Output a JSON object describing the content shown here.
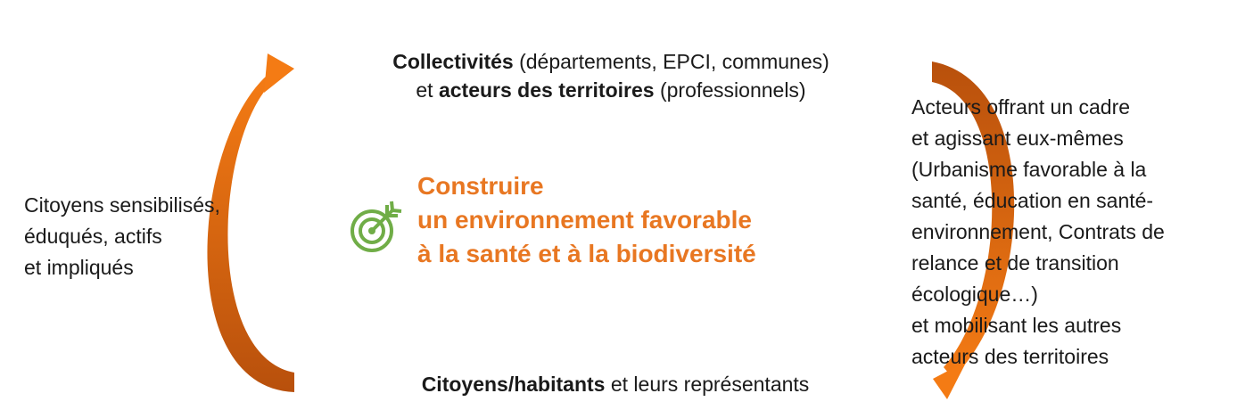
{
  "top": {
    "line1_bold": "Collectivités",
    "line1_rest": " (départements, EPCI, communes)",
    "line2_pre": "et ",
    "line2_bold": "acteurs des territoires",
    "line2_rest": " (professionnels)"
  },
  "center": {
    "icon": "target-arrow-icon",
    "lines": [
      "Construire",
      "un environnement favorable",
      "à la santé et à la biodiversité"
    ]
  },
  "left": {
    "lines": [
      "Citoyens sensibilisés,",
      "éduqués, actifs",
      "et impliqués"
    ]
  },
  "right": {
    "lines": [
      "Acteurs offrant un cadre",
      "et agissant eux-mêmes",
      "(Urbanisme favorable à la",
      "santé, éducation en santé-",
      "environnement, Contrats de",
      "relance et de transition",
      "écologique…)",
      "et mobilisant les autres",
      "acteurs des territoires"
    ]
  },
  "bottom": {
    "bold": "Citoyens/habitants",
    "rest": " et leurs représentants"
  },
  "colors": {
    "accent": "#e87722",
    "arrow_light": "#f07c16",
    "arrow_dark": "#b8500c",
    "icon_green": "#70ad47"
  }
}
